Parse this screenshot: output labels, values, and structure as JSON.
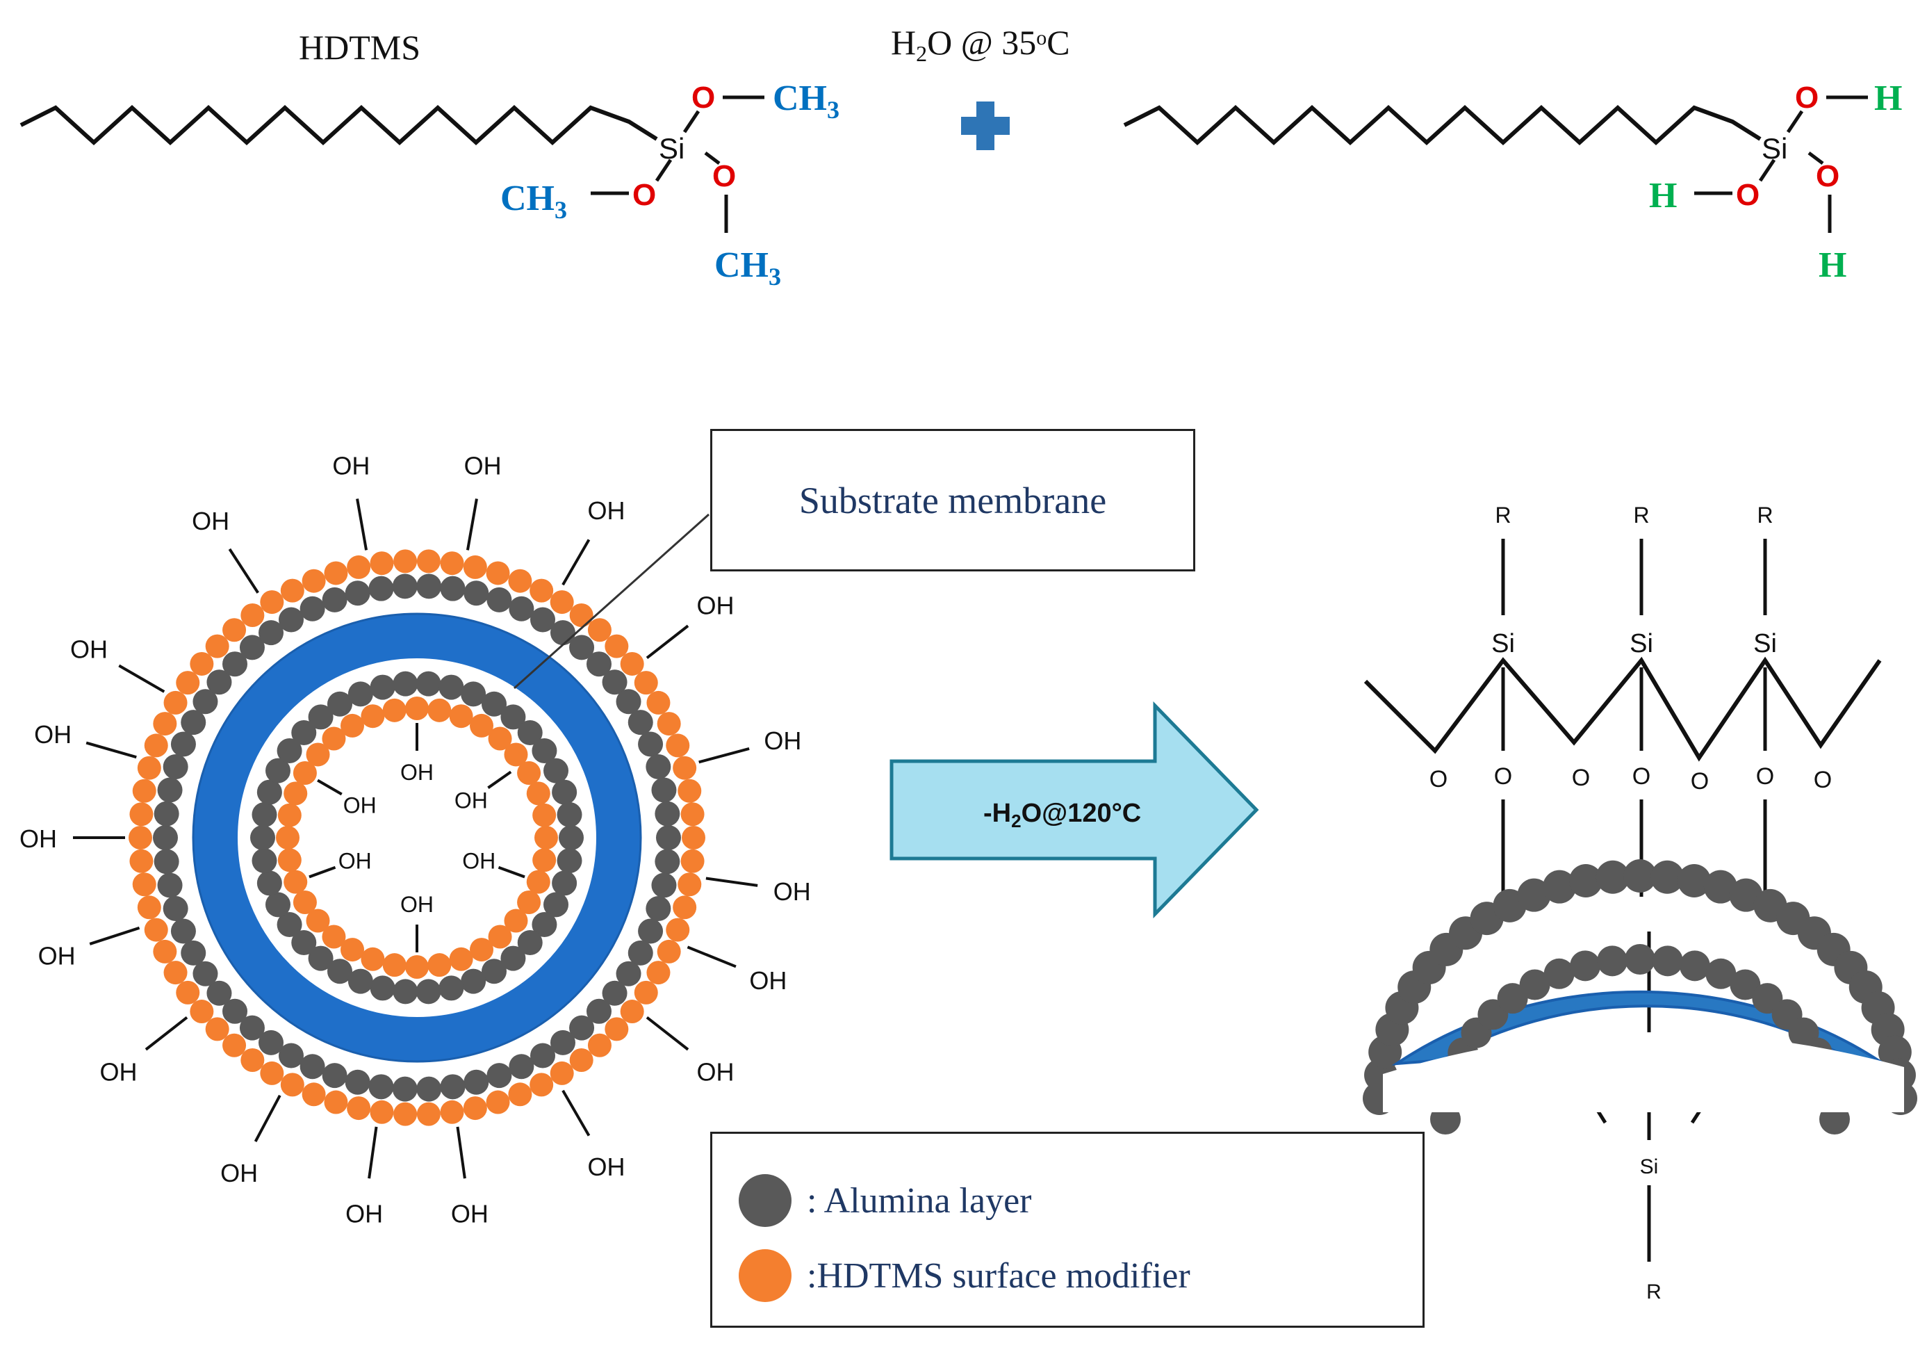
{
  "colors": {
    "alumina": "#595959",
    "hdtms": "#f47f2f",
    "membrane": "#1f6fc9",
    "membrane_dark": "#1a5fae",
    "arrow_fill": "#a6dff0",
    "arrow_stroke": "#1d7a94",
    "methyl": "#0070c0",
    "oxygen": "#e00000",
    "hydrogen": "#00b050",
    "plus": "#2e75b6",
    "text_navy": "#1f3864",
    "line": "#111111"
  },
  "top": {
    "hdtms_label": "HDTMS",
    "water_label_main": "H",
    "water_label_sub": "2",
    "water_label_rest": "O @ 35",
    "water_label_sup": "o",
    "water_label_unit": "C",
    "si": "Si",
    "o": "O",
    "ch": "CH",
    "three": "3",
    "h": "H",
    "plus_icon": "plus-icon"
  },
  "membrane": {
    "oh": "OH",
    "callout": "Substrate membrane"
  },
  "arrow": {
    "label_a": "-H",
    "label_sub": "2",
    "label_b": "O@120°C"
  },
  "right": {
    "r": "R",
    "si": "Si",
    "o": "O"
  },
  "legend": {
    "alumina": ": Alumina layer",
    "hdtms": ":HDTMS surface modifier"
  }
}
